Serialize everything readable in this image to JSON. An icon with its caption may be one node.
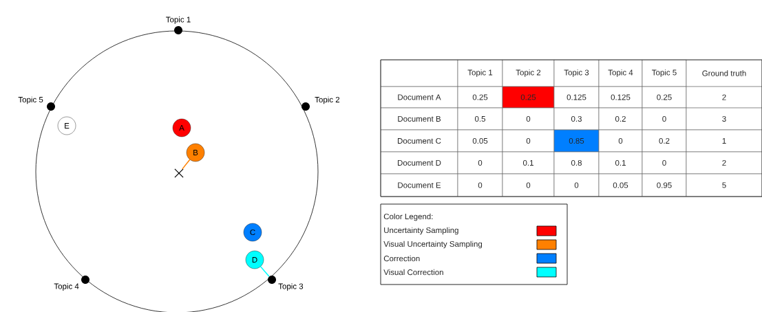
{
  "diagram": {
    "nodes": [
      {
        "text": [],
        "shape": "circle",
        "beside": [
          "Topic 1"
        ]
      },
      {
        "text": [],
        "shape": "circle",
        "beside": [
          "Topic 2"
        ]
      },
      {
        "text": [],
        "shape": "circle",
        "beside": [
          "Topic 3"
        ]
      },
      {
        "text": [],
        "shape": "circle",
        "beside": [
          "Topic 4"
        ]
      },
      {
        "text": [],
        "shape": "circle",
        "beside": [
          "Topic 5"
        ]
      },
      {
        "text": [
          "A"
        ]
      },
      {
        "text": [
          "B"
        ]
      },
      {
        "text": [
          "C"
        ]
      },
      {
        "text": [
          "D"
        ]
      },
      {
        "text": [
          "E"
        ]
      },
      {
        "text": [],
        "shape": "cross"
      }
    ],
    "edges": [
      {
        "from": 6,
        "to": 10,
        "arrow": "none",
        "color": "#ff8000"
      },
      {
        "from": 8,
        "to": 2,
        "arrow": "none",
        "color": "#00ffff"
      }
    ],
    "labels": [
      "Topic 1",
      "Topic 2",
      "Topic 3",
      "Topic 4",
      "Topic 5",
      "Ground truth",
      "Document A",
      "0.25",
      "0.25",
      "0.125",
      "0.125",
      "0.25",
      "2",
      "Document B",
      "0.5",
      "0",
      "0.3",
      "0.2",
      "0",
      "3",
      "Document C",
      "0.05",
      "0",
      "0.85",
      "0",
      "0.2",
      "1",
      "Document D",
      "0",
      "0.1",
      "0.8",
      "0.1",
      "0",
      "2",
      "Document E",
      "0",
      "0",
      "0",
      "0.05",
      "0.95",
      "5",
      "Color Legend:"
    ],
    "legend": [
      {
        "text": "Uncertainty Sampling",
        "color": "#ff0000"
      },
      {
        "text": "Visual Uncertainty Sampling",
        "color": "#ff8000"
      },
      {
        "text": "Correction",
        "color": "#007fff"
      },
      {
        "text": "Visual Correction",
        "color": "#00ffff"
      }
    ]
  }
}
